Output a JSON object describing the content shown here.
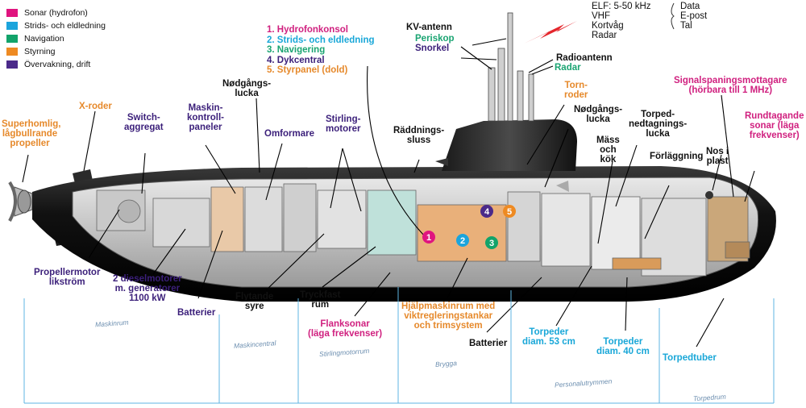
{
  "legend": [
    {
      "label": "Sonar (hydrofon)",
      "color": "#e0147f"
    },
    {
      "label": "Strids- och eldledning",
      "color": "#1ba4dc"
    },
    {
      "label": "Navigation",
      "color": "#12a36a"
    },
    {
      "label": "Styrning",
      "color": "#ee8a22"
    },
    {
      "label": "Övervakning, drift",
      "color": "#4b2a8a"
    }
  ],
  "numbered": [
    {
      "text": "1. Hydrofonkonsol",
      "color": "#d0207f"
    },
    {
      "text": "2. Strids- och eldledning",
      "color": "#19a7d8"
    },
    {
      "text": "3. Navigering",
      "color": "#1aa472"
    },
    {
      "text": "4. Dykcentral",
      "color": "#3b1f7a"
    },
    {
      "text": "5. Styrpanel (dold)",
      "color": "#e6892b"
    }
  ],
  "antennas": {
    "elf": "ELF: 5-50 kHz",
    "vhf": "VHF",
    "kortvag": "Kortvåg",
    "radar": "Radar",
    "data": "Data",
    "epost": "E-post",
    "tal": "Tal",
    "kv": "KV-antenn",
    "periskop": "Periskop",
    "snorkel": "Snorkel",
    "radioantenn": "Radioantenn",
    "radar2": "Radar"
  },
  "labels": {
    "superhomlig": "Superhomlig,\nlågbullrande\npropeller",
    "xroder": "X-roder",
    "switch": "Switch-\naggregat",
    "maskinkontroll": "Maskin-\nkontroll-\npaneler",
    "nodgang1": "Nødgångs-\nlucka",
    "omformare": "Omformare",
    "stirling": "Stirling-\nmotorer",
    "raddning": "Räddnings-\nsluss",
    "tornroder": "Torn-\nroder",
    "nodgang2": "Nødgångs-\nlucka",
    "mass": "Mäss\noch\nkök",
    "torpednedtag": "Torped-\nnedtagnings-\nlucka",
    "forlaggning": "Förläggning",
    "nos": "Nos i\nplast",
    "signalspaning": "Signalspaningsmottagare\n(hörbara till 1 MHz)",
    "rundtagande": "Rundtagande\nsonar (läga\nfrekvenser)",
    "propellermotor": "Propellermotor\nlikström",
    "diesel": "2 dieselmotorer\nm. generatorer\n1100 kW",
    "batterier1": "Batterier",
    "flytande": "Flytande\nsyre",
    "tryckfast": "Tryckfast\nrum",
    "flanksonar": "Flanksonar\n(läga frekvenser)",
    "hjalpmaskin": "Hjälpmaskinrum med\nviktregleringstankar\noch trimsystem",
    "batterier2": "Batterier",
    "torped53": "Torpeder\ndiam. 53 cm",
    "torped40": "Torpeder\ndiam. 40 cm",
    "torpedtuber": "Torpedtuber"
  },
  "sections": [
    "Maskinrum",
    "Maskincentral",
    "Stirlingmotorrum",
    "Brygga",
    "Personalutrymmen",
    "Torpedrum"
  ],
  "markers": [
    "1",
    "2",
    "3",
    "4",
    "5"
  ]
}
